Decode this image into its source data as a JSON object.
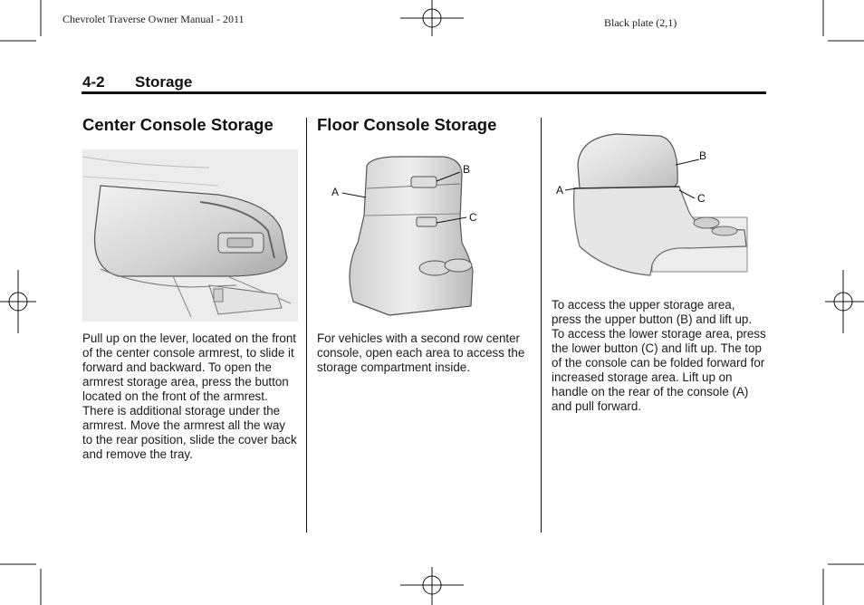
{
  "header": {
    "manual_title": "Chevrolet Traverse Owner Manual - 2011",
    "plate": "Black plate (2,1)"
  },
  "section": {
    "number": "4-2",
    "name": "Storage"
  },
  "columns": [
    {
      "title": "Center Console Storage",
      "text": "Pull up on the lever, located on the front of the center console armrest, to slide it forward and backward. To open the armrest storage area, press the button located on the front of the armrest. There is additional storage under the armrest. Move the armrest all the way to the rear position, slide the cover back and remove the tray."
    },
    {
      "title": "Floor Console Storage",
      "text": "For vehicles with a second row center console, open each area to access the storage compartment inside.",
      "labels": [
        "A",
        "B",
        "C"
      ]
    },
    {
      "text": "To access the upper storage area, press the upper button (B) and lift up. To access the lower storage area, press the lower button (C) and lift up. The top of the console can be folded forward for increased storage area. Lift up on handle on the rear of the console (A) and pull forward.",
      "labels": [
        "A",
        "B",
        "C"
      ]
    }
  ]
}
